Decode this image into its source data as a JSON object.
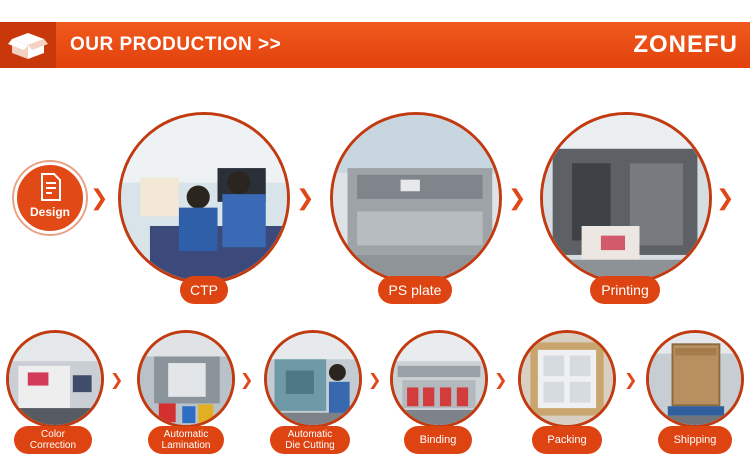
{
  "banner": {
    "title": "OUR PRODUCTION >>",
    "brand": "ZONEFU",
    "icon": "box-icon"
  },
  "colors": {
    "accent": "#e2410c",
    "label_bg": "#dd4411",
    "text": "#ffffff"
  },
  "steps_top": [
    {
      "label": "Design"
    },
    {
      "label": "CTP"
    },
    {
      "label": "PS plate"
    },
    {
      "label": "Printing"
    }
  ],
  "steps_bottom": [
    {
      "label_line1": "Color",
      "label_line2": "Correction"
    },
    {
      "label_line1": "Automatic",
      "label_line2": "Lamination"
    },
    {
      "label_line1": "Automatic",
      "label_line2": "Die Cutting"
    },
    {
      "label_line1": "Binding"
    },
    {
      "label_line1": "Packing"
    },
    {
      "label_line1": "Shipping"
    }
  ],
  "arrow_glyph": "❯"
}
